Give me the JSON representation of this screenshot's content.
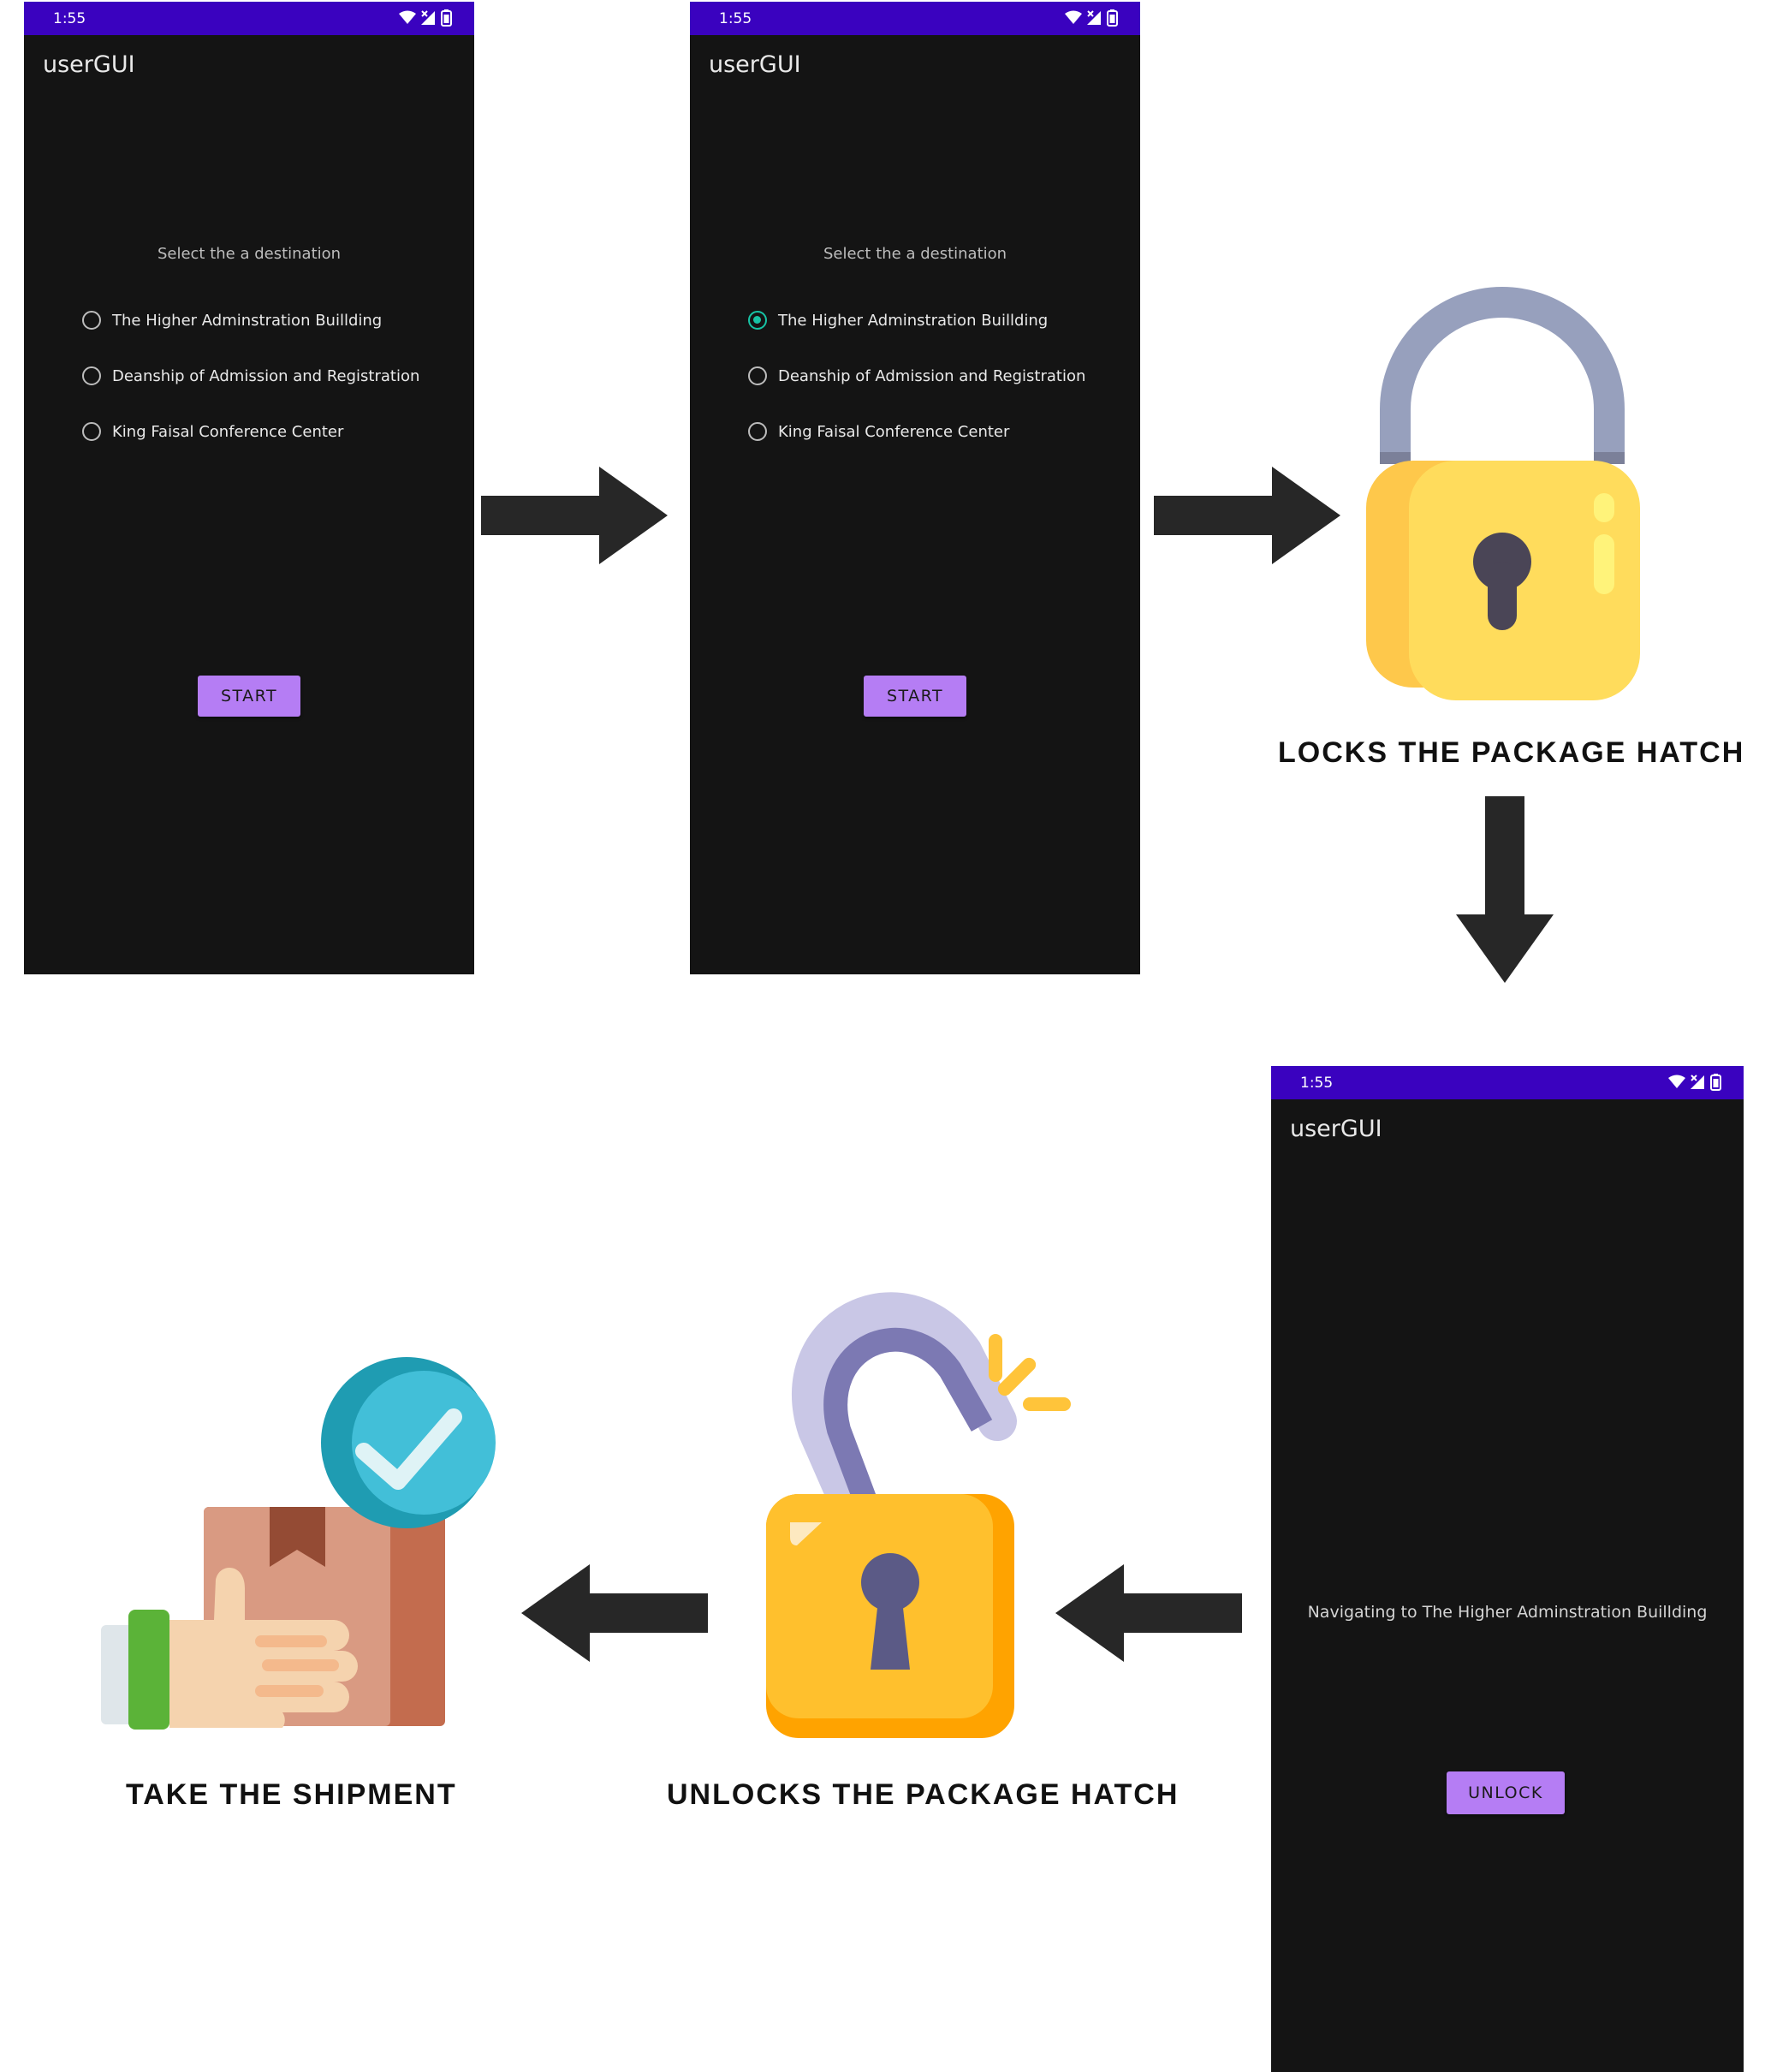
{
  "status_time": "1:55",
  "app_title": "userGUI",
  "prompt": "Select the a destination",
  "destinations": [
    "The Higher Adminstration Buillding",
    "Deanship of Admission and Registration",
    "King Faisal Conference Center"
  ],
  "start_label": "START",
  "selected_index": 0,
  "navigating_text": "Navigating to The Higher Adminstration Buillding",
  "unlock_label": "UNLOCK",
  "captions": {
    "lock": "LOCKS THE PACKAGE HATCH",
    "unlock": "UNLOCKS THE PACKAGE HATCH",
    "take": "TAKE THE SHIPMENT"
  },
  "colors": {
    "status_bar": "#3a02bf",
    "screen_bg": "#141414",
    "button": "#b57df4",
    "radio_selected": "#17c3a5",
    "arrow": "#272727"
  },
  "icons": [
    "wifi-icon",
    "signal-icon",
    "battery-icon",
    "lock-icon",
    "unlocked-lock-icon",
    "package-delivered-icon",
    "arrow-icon"
  ]
}
